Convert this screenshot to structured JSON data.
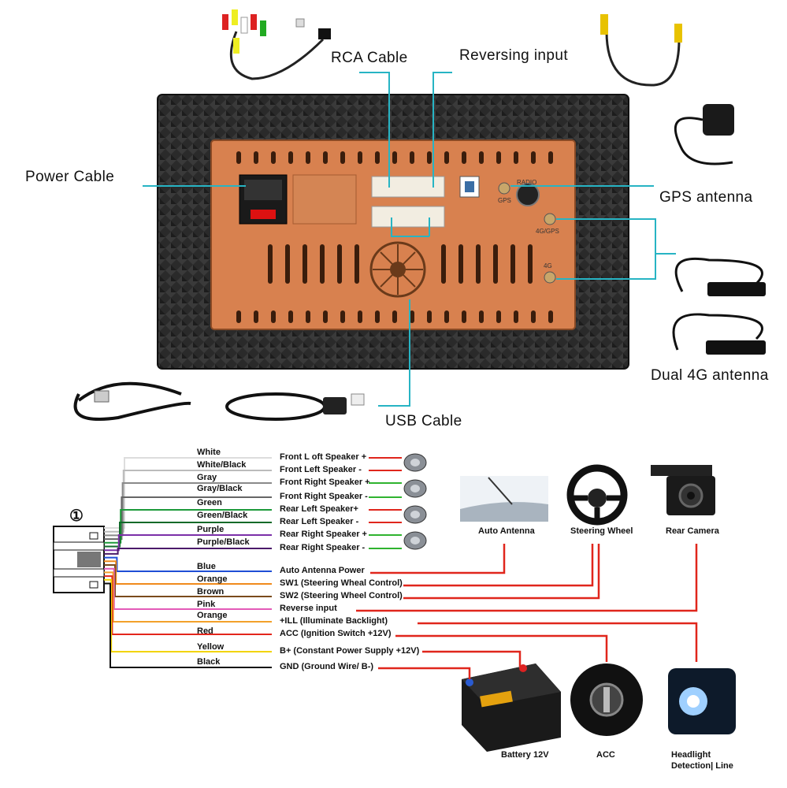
{
  "labels": {
    "rca_cable": "RCA Cable",
    "reversing_input": "Reversing input",
    "power_cable": "Power Cable",
    "gps_antenna": "GPS antenna",
    "dual_4g_antenna": "Dual 4G antenna",
    "usb_cable": "USB Cable",
    "port_radio": "RADIO",
    "port_gps": "GPS",
    "port_4g_gps": "4G/GPS",
    "port_4g": "4G"
  },
  "connector_number": "①",
  "wires": [
    {
      "color_name": "White",
      "hex": "#dddddd",
      "function": "Front L oft Speaker +"
    },
    {
      "color_name": "White/Black",
      "hex": "#bbbbbb",
      "function": "Front Left Speaker -"
    },
    {
      "color_name": "Gray",
      "hex": "#8a8a8a",
      "function": "Front Right Speaker +"
    },
    {
      "color_name": "Gray/Black",
      "hex": "#666666",
      "function": "Front Right Speaker -"
    },
    {
      "color_name": "Green",
      "hex": "#1d9a3a",
      "function": "Rear Left Speaker+"
    },
    {
      "color_name": "Green/Black",
      "hex": "#0f6a28",
      "function": "Rear Left Speaker -"
    },
    {
      "color_name": "Purple",
      "hex": "#7b2fa8",
      "function": "Rear Right Speaker +"
    },
    {
      "color_name": "Purple/Black",
      "hex": "#4b1a6a",
      "function": "Rear Right Speaker -"
    },
    {
      "color_name": "Blue",
      "hex": "#1f4fd6",
      "function": "Auto Antenna Power"
    },
    {
      "color_name": "Orange",
      "hex": "#f08a1c",
      "function": "SW1 (Steering Wheal Control)"
    },
    {
      "color_name": "Brown",
      "hex": "#7a4a1c",
      "function": "SW2 (Steering Wheel Control)"
    },
    {
      "color_name": "Pink",
      "hex": "#e45ab8",
      "function": "Reverse input"
    },
    {
      "color_name": "Orange",
      "hex": "#f3a12a",
      "function": "+ILL (Illuminate Backlight)"
    },
    {
      "color_name": "Red",
      "hex": "#e3261c",
      "function": "ACC (Ignition Switch +12V)"
    },
    {
      "color_name": "Yellow",
      "hex": "#f2d400",
      "function": "B+ (Constant Power Supply +12V)"
    },
    {
      "color_name": "Black",
      "hex": "#111111",
      "function": "GND (Ground Wire/ B-)"
    }
  ],
  "devices": {
    "auto_antenna": "Auto Antenna",
    "steering_wheel": "Steering Wheel",
    "rear_camera": "Rear Camera",
    "battery": "Battery 12V",
    "acc": "ACC",
    "headlight_1": "Headlight",
    "headlight_2": "Detection| Line"
  },
  "colors": {
    "callout_line": "#27b4c4",
    "device_line": "#e0261c",
    "panel_orange": "#d9814f",
    "frame_dark": "#2b2b2b"
  }
}
